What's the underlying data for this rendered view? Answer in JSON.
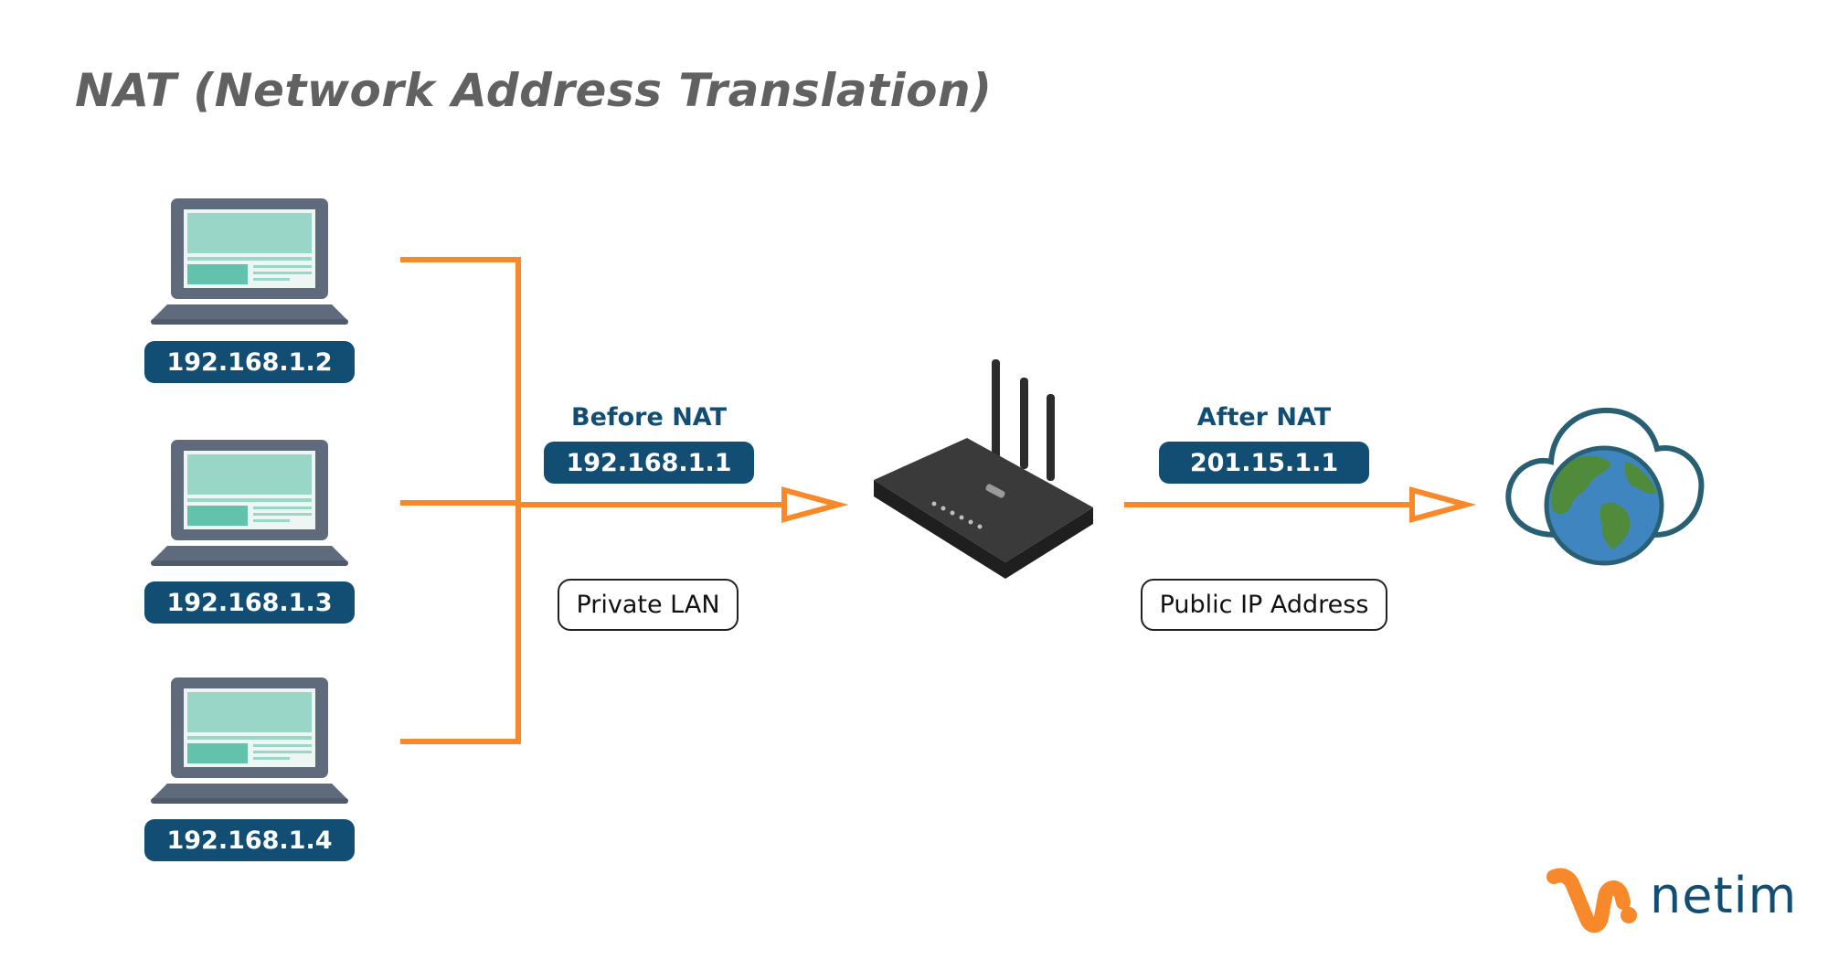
{
  "title": "NAT (Network Address Translation)",
  "devices": [
    {
      "ip": "192.168.1.2"
    },
    {
      "ip": "192.168.1.3"
    },
    {
      "ip": "192.168.1.4"
    }
  ],
  "before_nat": {
    "label": "Before NAT",
    "ip": "192.168.1.1",
    "network": "Private LAN"
  },
  "after_nat": {
    "label": "After NAT",
    "ip": "201.15.1.1",
    "network": "Public IP Address"
  },
  "brand": {
    "name": "netim"
  },
  "colors": {
    "accent": "#f7892b",
    "badge": "#124e73",
    "laptop": "#5f6b7d",
    "screen": "#99d6c8"
  }
}
